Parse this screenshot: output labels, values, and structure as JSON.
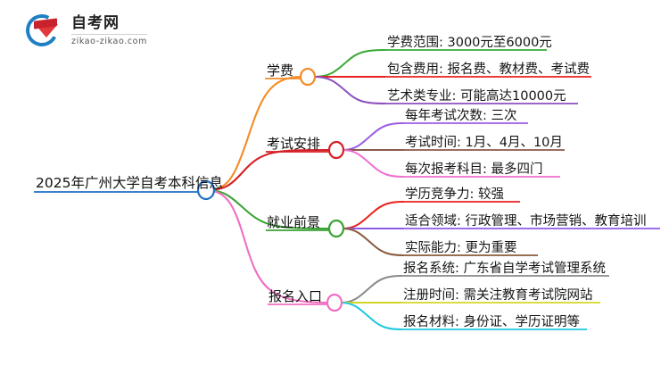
{
  "logo": {
    "name_cn": "自考网",
    "url": "zikao-zikao.com",
    "mark": "graduation-cap-logo"
  },
  "mindmap": {
    "root": {
      "label": "2025年广州大学自考本科信息",
      "color": "#1f6fc4"
    },
    "branches": [
      {
        "label": "学费",
        "color": "#f28c28",
        "children": [
          {
            "label": "学费范围: 3000元至6000元",
            "color": "#3aaa35"
          },
          {
            "label": "包含费用: 报名费、教材费、考试费",
            "color": "#e8231f"
          },
          {
            "label": "艺术类专业: 可能高达10000元",
            "color": "#8b4fc0"
          }
        ]
      },
      {
        "label": "考试安排",
        "color": "#d42026",
        "children": [
          {
            "label": "每年考试次数: 三次",
            "color": "#9b5de5"
          },
          {
            "label": "考试时间: 1月、4月、10月",
            "color": "#8a5a4a"
          },
          {
            "label": "每次报考科目: 最多四门",
            "color": "#f06fd0"
          }
        ]
      },
      {
        "label": "就业前景",
        "color": "#3aa335",
        "children": [
          {
            "label": "学历竞争力: 较强",
            "color": "#e8231f"
          },
          {
            "label": "适合领域: 行政管理、市场营销、教育培训",
            "color": "#8b5ce8"
          },
          {
            "label": "实际能力: 更为重要",
            "color": "#8a5a3c"
          }
        ]
      },
      {
        "label": "报名入口",
        "color": "#f06fc0",
        "children": [
          {
            "label": "报名系统: 广东省自学考试管理系统",
            "color": "#8a8a8a"
          },
          {
            "label": "注册时间: 需关注教育考试院网站",
            "color": "#d4d426"
          },
          {
            "label": "报名材料: 身份证、学历证明等",
            "color": "#1fc8e0"
          }
        ]
      }
    ]
  }
}
